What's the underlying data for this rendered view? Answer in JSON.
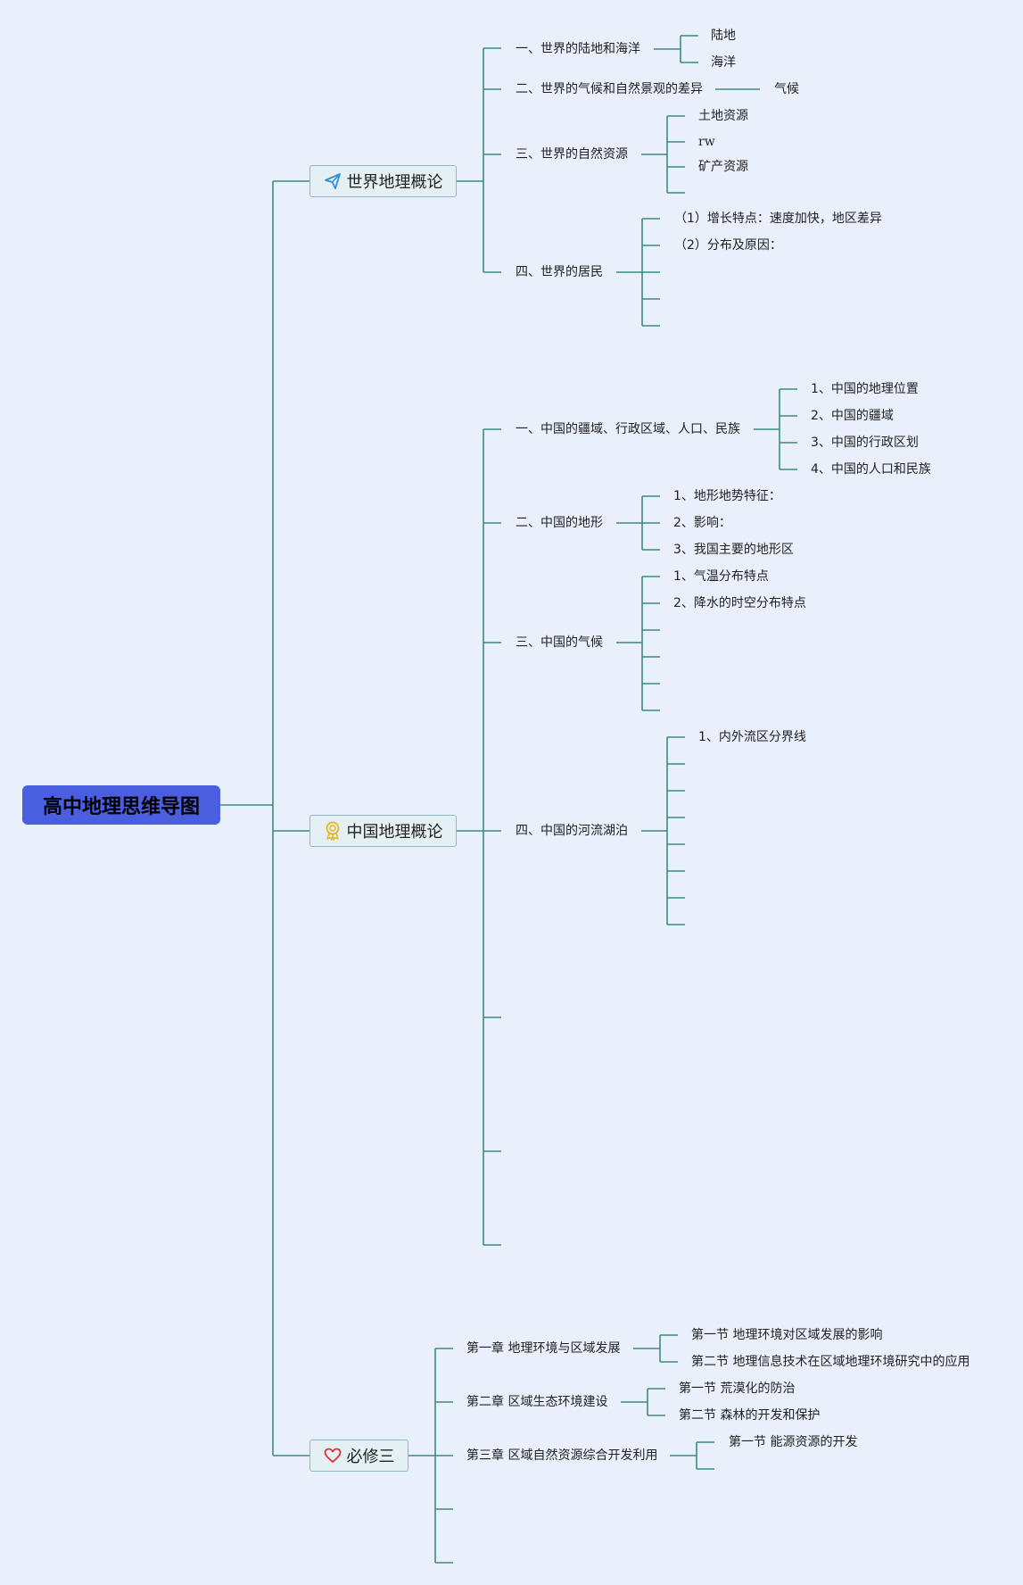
{
  "root": {
    "title": "高中地理思维导图"
  },
  "topics": {
    "t1": {
      "label": "世界地理概论",
      "icon": "paper-plane-icon",
      "icon_color": "#2d8fd5"
    },
    "t2": {
      "label": "中国地理概论",
      "icon": "award-badge-icon",
      "icon_color": "#e8b41c"
    },
    "t3": {
      "label": "必修三",
      "icon": "heart-icon",
      "icon_color": "#e03030"
    }
  },
  "world": {
    "s1": {
      "label": "一、世界的陆地和海洋",
      "c1": "陆地",
      "c2": "海洋"
    },
    "s2": {
      "label": "二、世界的气候和自然景观的差异",
      "c1": "气候"
    },
    "s3": {
      "label": "三、世界的自然资源",
      "c1": "土地资源",
      "c2": "rw",
      "c3": "矿产资源"
    },
    "s4": {
      "label": "四、世界的居民",
      "c1": "（1）增长特点：速度加快，地区差异",
      "c2": "（2）分布及原因："
    }
  },
  "china": {
    "s1": {
      "label": "一、中国的疆域、行政区域、人口、民族",
      "c1": "1、中国的地理位置",
      "c2": "2、中国的疆域",
      "c3": "3、中国的行政区划",
      "c4": "4、中国的人口和民族"
    },
    "s2": {
      "label": "二、中国的地形",
      "c1": "1、地形地势特征：",
      "c2": "2、影响：",
      "c3": "3、我国主要的地形区"
    },
    "s3": {
      "label": "三、中国的气候",
      "c1": "1、气温分布特点",
      "c2": "2、降水的时空分布特点"
    },
    "s4": {
      "label": "四、中国的河流湖泊",
      "c1": "1、内外流区分界线"
    }
  },
  "bixiu": {
    "ch1": {
      "label": "第一章 地理环境与区域发展",
      "c1": "第一节 地理环境对区域发展的影响",
      "c2": "第二节 地理信息技术在区域地理环境研究中的应用"
    },
    "ch2": {
      "label": "第二章 区域生态环境建设",
      "c1": "第一节 荒漠化的防治",
      "c2": "第二节 森林的开发和保护"
    },
    "ch3": {
      "label": "第三章 区域自然资源综合开发利用",
      "c1": "第一节 能源资源的开发"
    }
  },
  "colors": {
    "background": "#eaeffc",
    "root_fill": "#4a5ee0",
    "connector": "#3a8c82",
    "topic_fill": "#e4f0f4"
  }
}
